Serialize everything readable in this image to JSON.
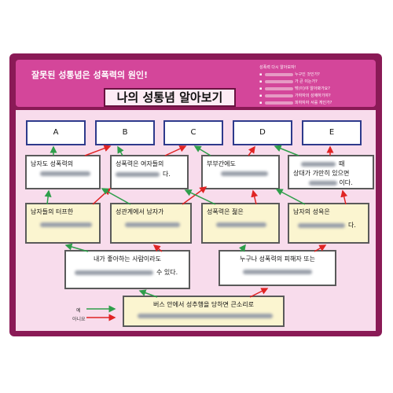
{
  "header": {
    "subtitle": "잘못된 성통념은 성폭력의 원인!",
    "title": "나의 성통념 알아보기",
    "notes": [
      "성폭력 다시 알아보자!",
      "누구인 것인가?",
      "가 큰 이는가?",
      "밖(이)야 알아봐가요?",
      "가하자의 성애하기야?",
      "피하자자 서를 게인가?"
    ]
  },
  "answers": [
    "A",
    "B",
    "C",
    "D",
    "E"
  ],
  "boxes": {
    "r1_1": "남자도 성폭력의",
    "r1_2": "성폭력은 여자들의",
    "r1_2b": "다.",
    "r1_3": "부부간에도",
    "r1_4a": "때",
    "r1_4b": "상대가 가만히 있으면",
    "r1_4c": "이다.",
    "r2_1": "남자들의 터프한",
    "r2_2": "성관계에서 남자가",
    "r2_3": "성폭력은 젊은",
    "r2_4": "남자의 성욕은",
    "r2_4b": "다.",
    "r3_1": "내가 좋아하는 사람이라도",
    "r3_1b": "수 있다.",
    "r3_2": "누구나 성폭력의 피해자 또는",
    "r4": "버스 안에서 성추행을 당하면 큰소리로"
  },
  "legend": {
    "yes": "예",
    "no": "아니요",
    "yes_color": "#2e9e4a",
    "no_color": "#e02424"
  },
  "colors": {
    "board": "#8a1a56",
    "header": "#d4469a",
    "panel": "#f8dcec",
    "answer_border": "#2e3a8c",
    "yellow_box": "#fbf5d0"
  }
}
